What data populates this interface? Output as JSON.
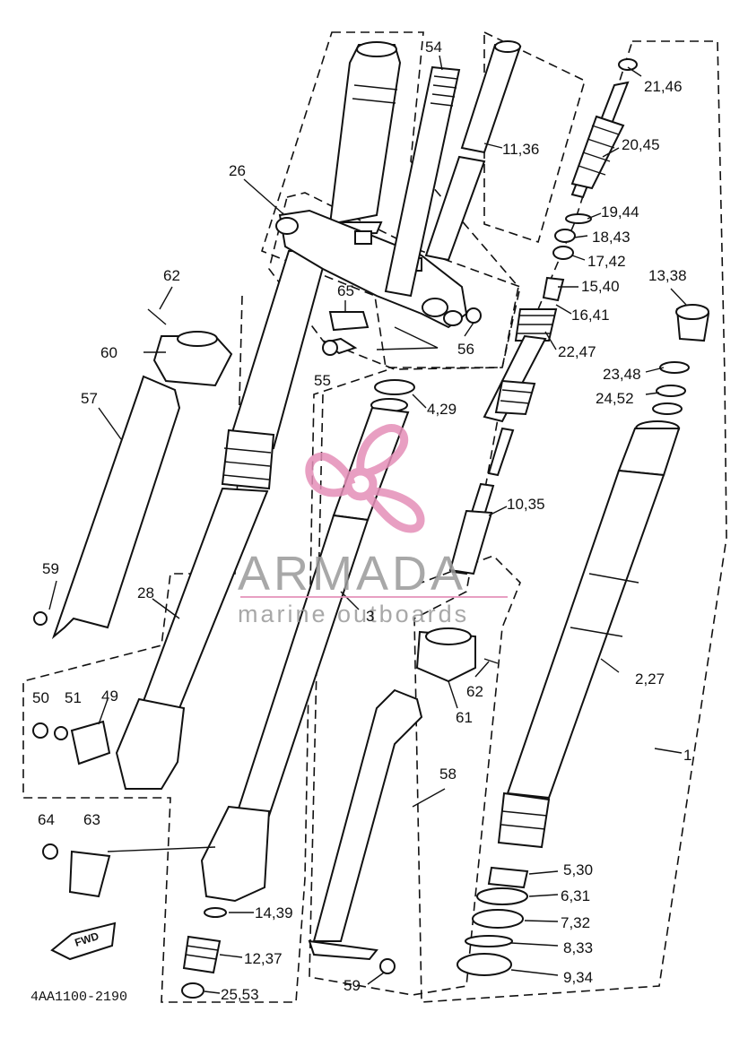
{
  "diagram": {
    "code": "4AA1100-2190",
    "fwd_label": "FWD",
    "callouts": {
      "c54": "54",
      "c11_36": "11,36",
      "c21_46": "21,46",
      "c20_45": "20,45",
      "c26": "26",
      "c19_44": "19,44",
      "c18_43": "18,43",
      "c17_42": "17,42",
      "c15_40": "15,40",
      "c13_38": "13,38",
      "c62a": "62",
      "c65": "65",
      "c16_41": "16,41",
      "c60": "60",
      "c56": "56",
      "c22_47": "22,47",
      "c55": "55",
      "c23_48": "23,48",
      "c57": "57",
      "c4_29": "4,29",
      "c24_52": "24,52",
      "c10_35": "10,35",
      "c59a": "59",
      "c28": "28",
      "c3": "3",
      "c2_27": "2,27",
      "c62b": "62",
      "c50": "50",
      "c51": "51",
      "c49": "49",
      "c61": "61",
      "c1": "1",
      "c58": "58",
      "c64": "64",
      "c63": "63",
      "c5_30": "5,30",
      "c6_31": "6,31",
      "c14_39": "14,39",
      "c7_32": "7,32",
      "c12_37": "12,37",
      "c8_33": "8,33",
      "c59b": "59",
      "c9_34": "9,34",
      "c25_53": "25,53"
    }
  },
  "watermark": {
    "brand": "ARMADA",
    "tagline": "marine outboards",
    "colors": {
      "logo": "#e58fb8",
      "text": "#9a9a9a"
    }
  }
}
